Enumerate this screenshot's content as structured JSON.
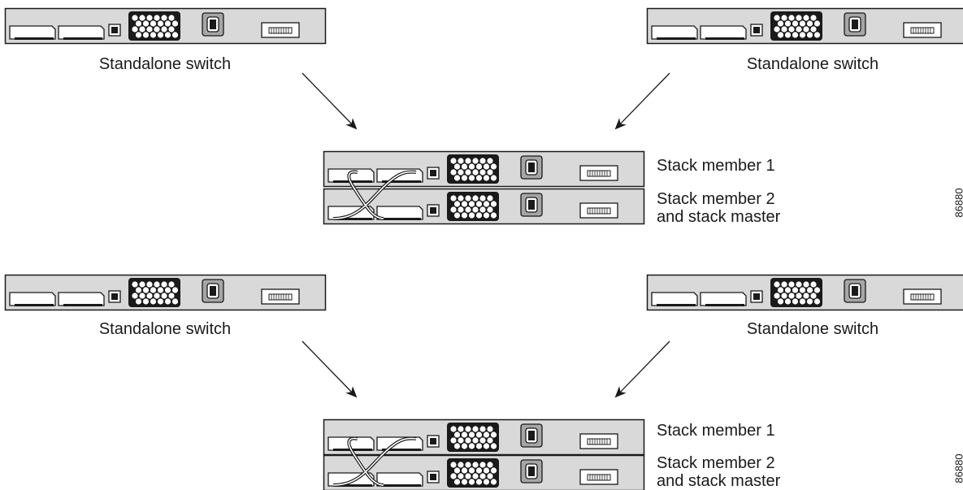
{
  "panels": [
    {
      "standalone_left_label": "Standalone switch",
      "standalone_right_label": "Standalone switch",
      "stack_member_1_label": "Stack member 1",
      "stack_member_2_label_line1": "Stack member 2",
      "stack_member_2_label_line2": "and stack master",
      "figure_id": "86880"
    },
    {
      "standalone_left_label": "Standalone switch",
      "standalone_right_label": "Standalone switch",
      "stack_member_1_label": "Stack member 1",
      "stack_member_2_label_line1": "Stack member 2",
      "stack_member_2_label_line2": "and stack master",
      "figure_id": "86880"
    }
  ],
  "colors": {
    "chassis_fill": "#d9d9d9",
    "stroke": "#1a1a1a",
    "power_fill": "#a6a6a6"
  }
}
